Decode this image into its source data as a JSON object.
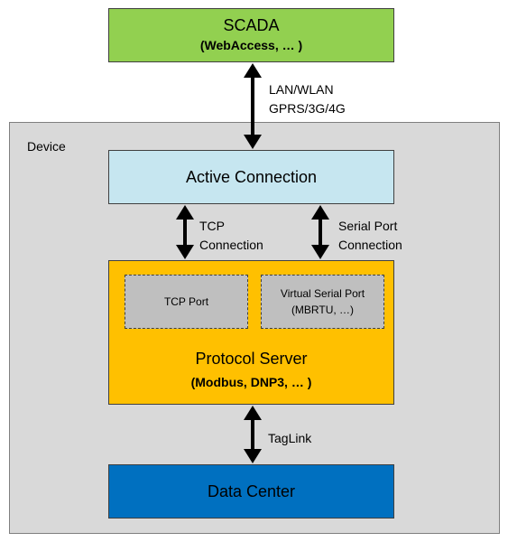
{
  "device": {
    "label": "Device"
  },
  "scada": {
    "title": "SCADA",
    "subtitle": "(WebAccess, … )"
  },
  "links": {
    "scada_device": [
      "LAN/WLAN",
      "GPRS/3G/4G"
    ],
    "tcp": [
      "TCP",
      "Connection"
    ],
    "serial": [
      "Serial Port",
      "Connection"
    ],
    "taglink": "TagLink"
  },
  "active_connection": {
    "title": "Active Connection"
  },
  "protocol_server": {
    "title": "Protocol Server",
    "subtitle": "(Modbus, DNP3, … )",
    "tcp_port": "TCP Port",
    "virtual_serial_port": [
      "Virtual Serial Port",
      "(MBRTU, …)"
    ]
  },
  "data_center": {
    "title": "Data Center"
  },
  "colors": {
    "scada": "#92d050",
    "active_connection": "#c6e6f0",
    "protocol_server": "#ffc000",
    "port": "#bfbfbf",
    "data_center": "#0070c0",
    "device": "#d9d9d9"
  }
}
